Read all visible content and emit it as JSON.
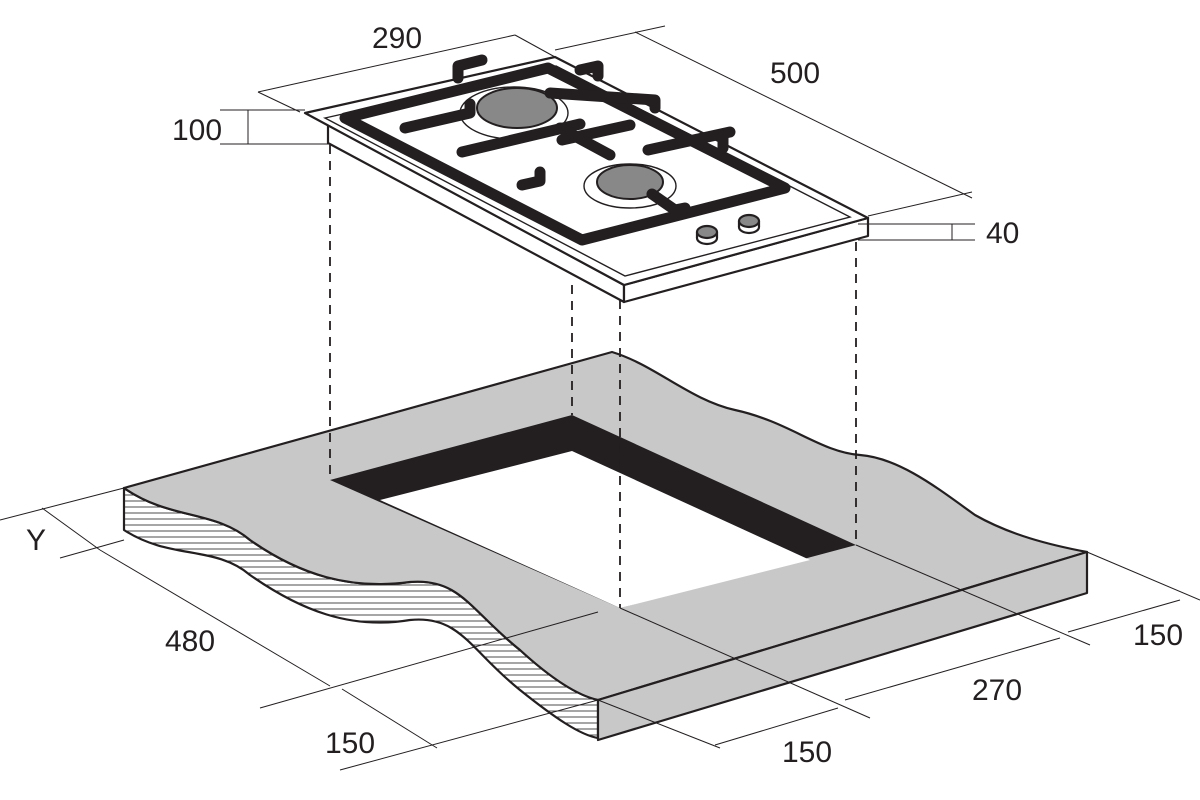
{
  "dimensions": {
    "width_top": "290",
    "depth_top": "500",
    "left_height": "100",
    "right_height": "40",
    "cut_y": "Y",
    "depth_cut": "480",
    "front_left": "150",
    "front_mid": "150",
    "right_width": "270",
    "right_front": "150"
  },
  "colors": {
    "ink": "#231f20",
    "worktop": "#c8c8c8",
    "cutout": "#ffffff",
    "burner": "#888888"
  }
}
